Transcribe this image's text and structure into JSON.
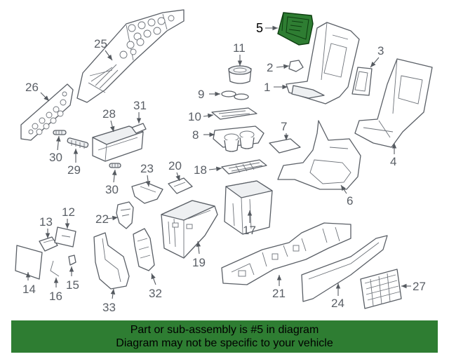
{
  "highlight_color": "#2e7d32",
  "banner": {
    "line1": "Part or sub-assembly is #5 in diagram",
    "line2": "Diagram may not be specific to your vehicle"
  },
  "callouts": {
    "c1": "1",
    "c2": "2",
    "c3": "3",
    "c4": "4",
    "c5": "5",
    "c6": "6",
    "c8": "8",
    "c9": "9",
    "c10": "10",
    "c11": "11",
    "c12": "12",
    "c13": "13",
    "c14": "14",
    "c15": "15",
    "c16": "16",
    "c17": "17",
    "c18": "18",
    "c19": "19",
    "c20": "20",
    "c21": "21",
    "c22": "22",
    "c23": "23",
    "c24": "24",
    "c25": "25",
    "c26": "26",
    "c27": "27",
    "c28": "28",
    "c29": "29",
    "c30a": "30",
    "c30b": "30",
    "c31": "31",
    "c32": "32",
    "c33": "33",
    "c7": "7"
  }
}
